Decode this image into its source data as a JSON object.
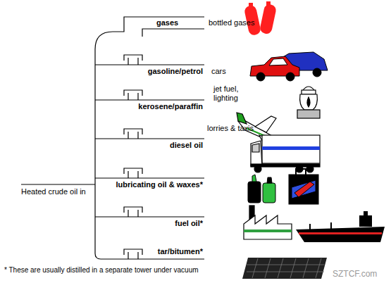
{
  "diagram": {
    "labels": [
      "gases",
      "bottled gases",
      "gasoline/petrol",
      "cars",
      "jet fuel, lighting",
      "kerosene/paraffin",
      "lorries & taxis",
      "diesel oil",
      "lubricating oil & waxes*",
      "Heated crude oil in",
      "fuel oil*",
      "tar/bitumen*",
      "* These are usually distilled in a separate tower under vacuum",
      "SZTCF.com"
    ]
  }
}
